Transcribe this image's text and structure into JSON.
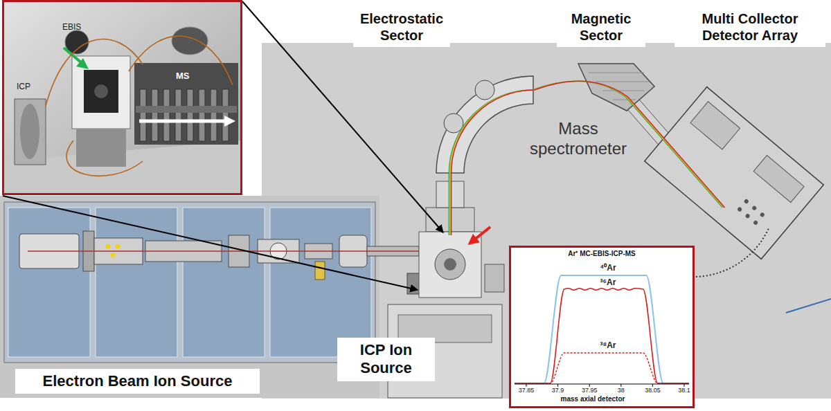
{
  "diagram": {
    "nodes": [
      {
        "text": [
          "EBIS",
          "ICP",
          "MS"
        ]
      },
      {
        "text": [
          "Electrostatic Sector"
        ]
      },
      {
        "text": [
          "Magnetic Sector"
        ]
      },
      {
        "text": [
          "Multi Collector Detector Array"
        ]
      },
      {
        "text": [
          "Ar⁺ MC-EBIS-ICP-MS",
          "⁴⁰Ar",
          "³⁶Ar",
          "³⁸Ar",
          "37.85",
          "37.9",
          "37.95",
          "38",
          "38.05",
          "38.1",
          "mass axial detector"
        ]
      },
      {
        "text": [
          "ICP Ion Source"
        ]
      },
      {
        "text": [
          "Electron Beam Ion Source"
        ]
      }
    ],
    "labels": [
      "Mass spectrometer"
    ]
  }
}
